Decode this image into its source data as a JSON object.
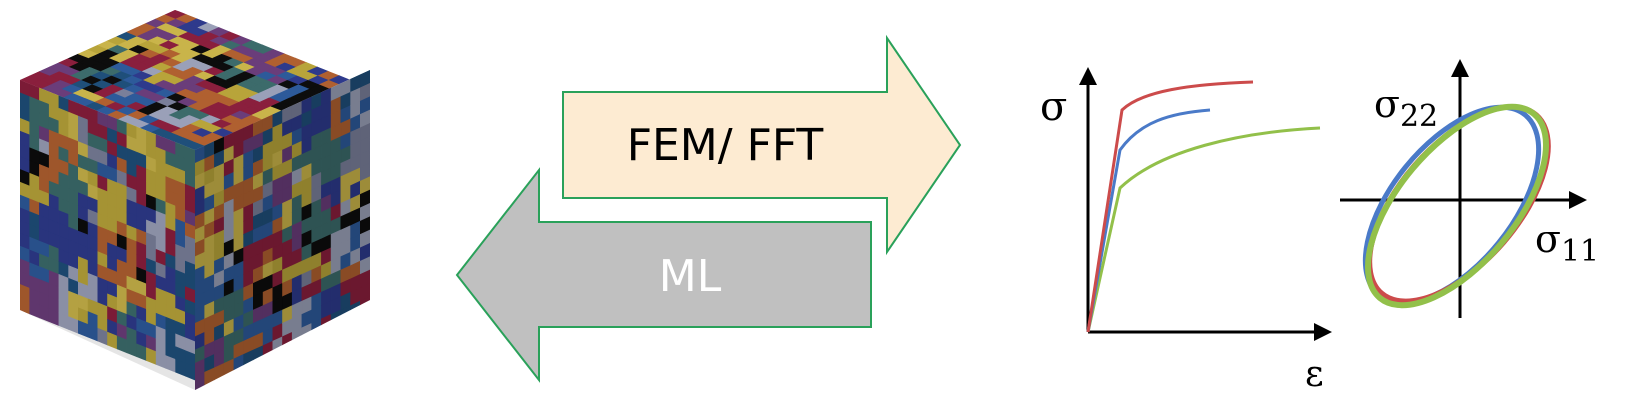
{
  "microstructure": {
    "icon": "voxel-cube-icon",
    "grain_colors": [
      "#2e3a8c",
      "#b8a43a",
      "#1f4f7a",
      "#8a1f3d",
      "#7a7f9a",
      "#c9b44a",
      "#3c6b6b",
      "#6a3d7a",
      "#9aa0b8",
      "#b06030",
      "#2d5a9a",
      "#0d0d0d"
    ]
  },
  "forward_arrow": {
    "label": "FEM/ FFT",
    "fill": "#fdebd2",
    "stroke": "#2aa15a",
    "text_color": "#000000"
  },
  "backward_arrow": {
    "label": "ML",
    "fill": "#c0c0c0",
    "stroke": "#2aa15a",
    "text_color": "#ffffff"
  },
  "stress_strain_plot": {
    "y_label": "σ",
    "x_label": "ε",
    "colors": {
      "red": "#cc4b4b",
      "blue": "#4a7ac8",
      "green": "#92c04a"
    }
  },
  "yield_surface_plot": {
    "y_label": "σ",
    "y_subscript": "22",
    "x_label": "σ",
    "x_subscript": "11",
    "colors": {
      "red": "#cc4b4b",
      "blue": "#4a7ac8",
      "green": "#92c04a"
    }
  }
}
